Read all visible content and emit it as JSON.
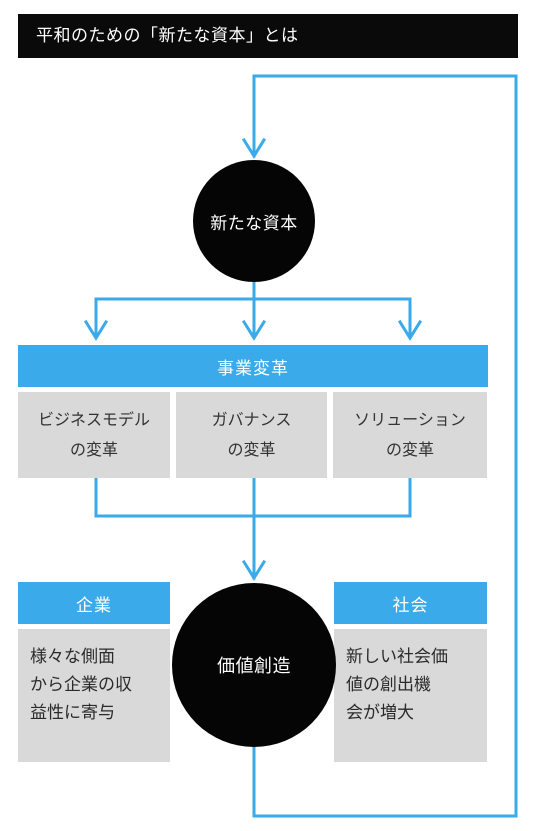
{
  "title": "平和のための「新たな資本」とは",
  "top_node": "新たな資本",
  "transformation": {
    "header": "事業変革",
    "items": [
      {
        "line1": "ビジネスモデル",
        "line2": "の変革"
      },
      {
        "line1": "ガバナンス",
        "line2": "の変革"
      },
      {
        "line1": "ソリューション",
        "line2": "の変革"
      }
    ]
  },
  "bottom_node": "価値創造",
  "company": {
    "header": "企業",
    "lines": [
      "様々な側面",
      "から企業の収",
      "益性に寄与"
    ]
  },
  "society": {
    "header": "社会",
    "lines": [
      "新しい社会価",
      "値の創出機",
      "会が増大"
    ]
  },
  "colors": {
    "accent": "#3aaaeb",
    "circle": "#050505",
    "box": "#d9d9d9",
    "title_bg": "#0a0a0a"
  }
}
